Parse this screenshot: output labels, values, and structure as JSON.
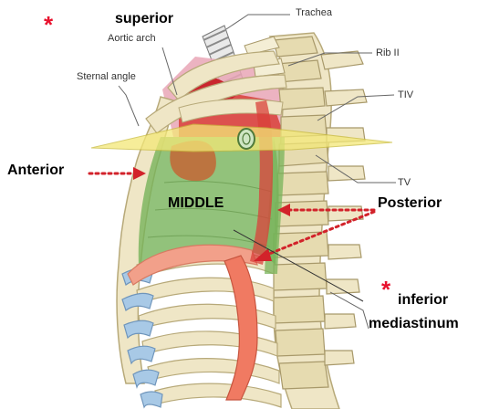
{
  "labels": {
    "trachea": "Trachea",
    "aortic_arch": "Aortic arch",
    "sternal_angle": "Sternal angle",
    "rib_ii": "Rib II",
    "tiv": "TIV",
    "tv": "TV",
    "superior": "superior",
    "anterior": "Anterior",
    "middle": "MIDDLE",
    "posterior": "Posterior",
    "inferior": "inferior",
    "mediastinum": "mediastinum",
    "star": "*"
  },
  "colors": {
    "arrow": "#d2222a",
    "star": "#e8112d",
    "plane": "#f3e878",
    "middle_green": "#77b35a",
    "superior_red": "#d9403a",
    "bone": "#efe6c6",
    "cartilage": "#a8c9e6"
  }
}
